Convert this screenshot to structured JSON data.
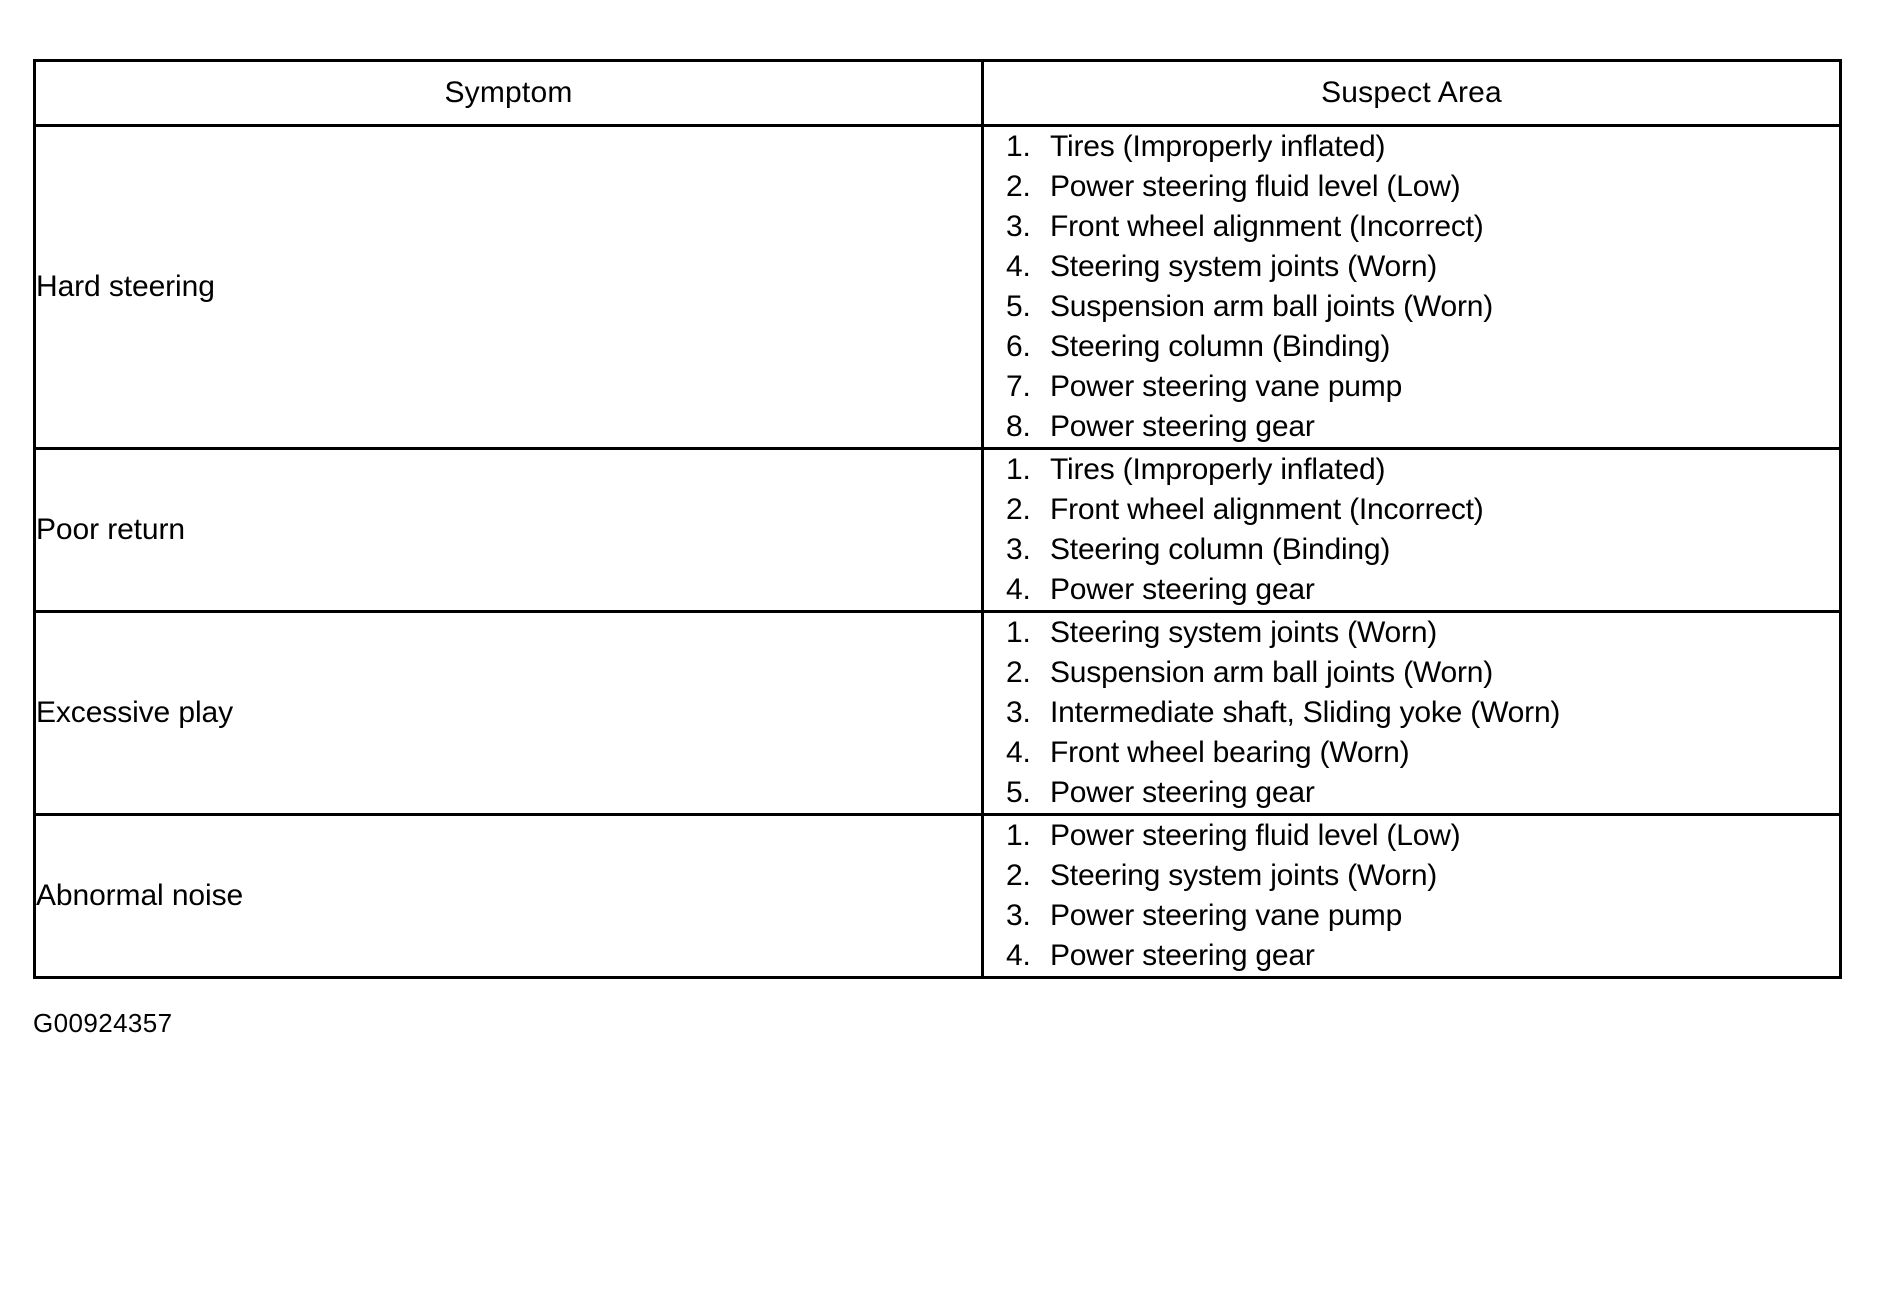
{
  "table": {
    "headers": {
      "symptom": "Symptom",
      "suspect_area": "Suspect Area"
    },
    "rows": [
      {
        "symptom": "Hard steering",
        "suspect_area": [
          {
            "num": "1.",
            "text": "Tires (Improperly inflated)"
          },
          {
            "num": "2.",
            "text": "Power steering fluid level (Low)"
          },
          {
            "num": "3.",
            "text": "Front wheel alignment (Incorrect)"
          },
          {
            "num": "4.",
            "text": "Steering system joints (Worn)"
          },
          {
            "num": "5.",
            "text": "Suspension arm ball joints (Worn)"
          },
          {
            "num": "6.",
            "text": "Steering column (Binding)"
          },
          {
            "num": "7.",
            "text": "Power steering vane pump"
          },
          {
            "num": "8.",
            "text": "Power steering gear"
          }
        ]
      },
      {
        "symptom": "Poor return",
        "suspect_area": [
          {
            "num": "1.",
            "text": "Tires (Improperly inflated)"
          },
          {
            "num": "2.",
            "text": "Front wheel alignment (Incorrect)"
          },
          {
            "num": "3.",
            "text": "Steering column (Binding)"
          },
          {
            "num": "4.",
            "text": "Power steering gear"
          }
        ]
      },
      {
        "symptom": "Excessive play",
        "suspect_area": [
          {
            "num": "1.",
            "text": "Steering system joints (Worn)"
          },
          {
            "num": "2.",
            "text": "Suspension arm ball joints (Worn)"
          },
          {
            "num": "3.",
            "text": "Intermediate shaft, Sliding yoke (Worn)"
          },
          {
            "num": "4.",
            "text": "Front wheel bearing (Worn)"
          },
          {
            "num": "5.",
            "text": "Power steering gear"
          }
        ]
      },
      {
        "symptom": "Abnormal noise",
        "suspect_area": [
          {
            "num": "1.",
            "text": "Power steering fluid level (Low)"
          },
          {
            "num": "2.",
            "text": "Steering system joints (Worn)"
          },
          {
            "num": "3.",
            "text": "Power steering vane pump"
          },
          {
            "num": "4.",
            "text": "Power steering gear"
          }
        ]
      }
    ]
  },
  "footer": {
    "code": "G00924357"
  }
}
